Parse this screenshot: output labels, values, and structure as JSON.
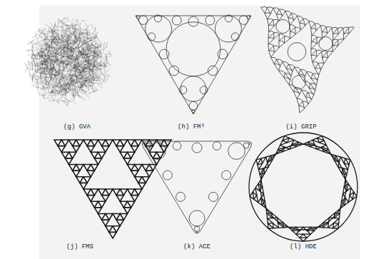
{
  "diagram": {
    "labels": [
      "(g) GVA",
      "(h) FM³",
      "(i) GRIP",
      "(j) FMS",
      "(k) ACE",
      "(l) HDE"
    ]
  }
}
